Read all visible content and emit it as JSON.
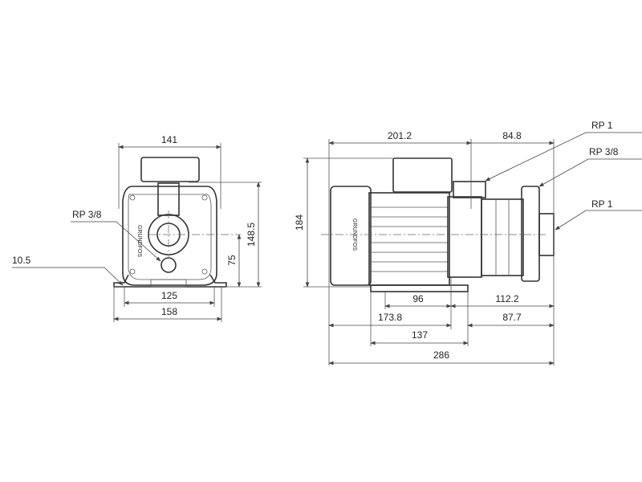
{
  "front_view": {
    "dims": {
      "width_top": "141",
      "height_total": "148.5",
      "height_axis": "75",
      "foot_holes": "125",
      "foot_width": "158"
    },
    "labels": {
      "port": "RP 3/8",
      "hole": "10.5"
    },
    "logo_text": "GRUNDFOS"
  },
  "side_view": {
    "dims": {
      "motor_len": "201.2",
      "pump_len": "84.8",
      "height": "184",
      "foot_to_port": "96",
      "port_to_end": "112.2",
      "motor_to_foot": "173.8",
      "foot_to_end": "87.7",
      "foot_len": "137",
      "total_len": "286"
    },
    "labels": {
      "outlet": "RP 1",
      "vent": "RP 3/8",
      "inlet": "RP 1"
    },
    "logo_text": "GRUNDFOS"
  }
}
